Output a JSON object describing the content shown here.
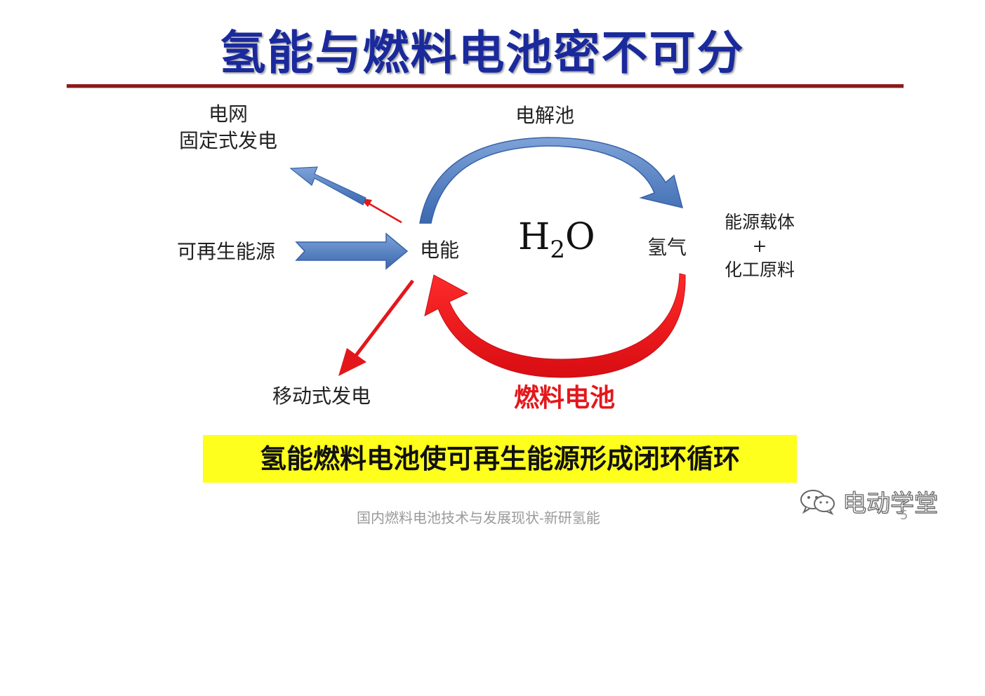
{
  "title": "氢能与燃料电池密不可分",
  "nodes": {
    "grid": [
      "电网",
      "固定式发电"
    ],
    "electrolyzer": "电解池",
    "renewable": "可再生能源",
    "electricity": "电能",
    "water": {
      "base": "H",
      "sub": "2",
      "tail": "O"
    },
    "hydrogen": "氢气",
    "carrier": [
      "能源载体",
      "+",
      "化工原料"
    ],
    "mobile": "移动式发电",
    "fuel_cell": "燃料电池"
  },
  "banner": "氢能燃料电池使可再生能源形成闭环循环",
  "footer": "国内燃料电池技术与发展现状-新研氢能",
  "page_number": "5",
  "watermark": {
    "text": "电动学堂",
    "icon": "wechat-icon"
  },
  "colors": {
    "title": "#1a2a9c",
    "rule": "#8e1a1a",
    "blue_arrow": "#4f7dbf",
    "red_arrow": "#e3171b",
    "banner": "#ffff1e"
  }
}
